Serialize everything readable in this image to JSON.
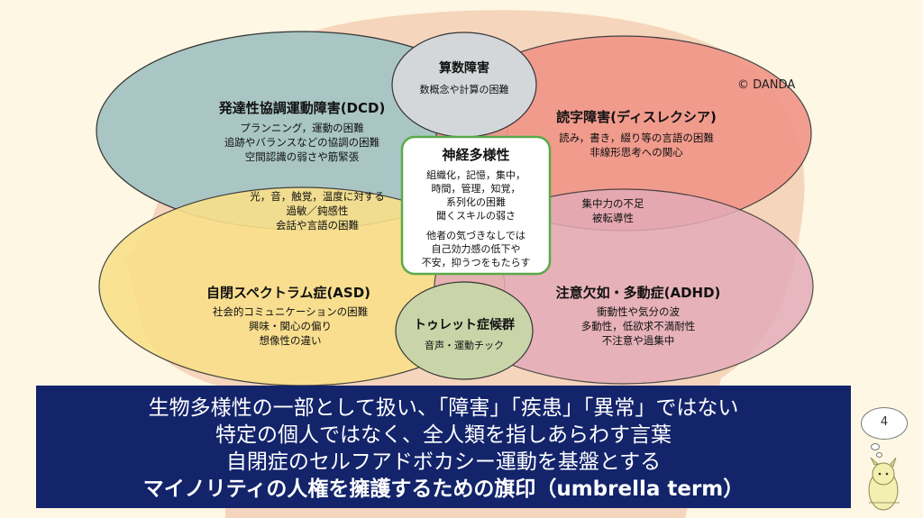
{
  "copyright": "© DANDA",
  "page_number": "4",
  "colors": {
    "head": "#f6d5bd",
    "dcd": "#a9c6c4",
    "dyslexia": "#f1978a",
    "asd": "#f9e08a",
    "adhd": "#e4abb8",
    "math": "#d4d7da",
    "tourette": "#c9d5a8",
    "center_border": "#5aaa4a",
    "banner": "#13246b"
  },
  "regions": {
    "dcd": {
      "title": "発達性協調運動障害(DCD)",
      "lines": [
        "プランニング，運動の困難",
        "追跡やバランスなどの協調の困難",
        "空間認識の弱さや筋緊張"
      ]
    },
    "math": {
      "title": "算数障害",
      "lines": [
        "数概念や計算の困難"
      ]
    },
    "dyslexia": {
      "title": "読字障害(ディスレクシア)",
      "lines": [
        "読み，書き，綴り等の言語の困難",
        "非線形思考への関心"
      ]
    },
    "dcd_asd": {
      "lines": [
        "光，音，触覚，温度に対する",
        "過敏／鈍感性",
        "会話や言語の困難"
      ]
    },
    "dys_adhd": {
      "lines": [
        "集中力の不足",
        "被転導性"
      ]
    },
    "center": {
      "title": "神経多様性",
      "lines_a": [
        "組織化，記憶，集中，",
        "時間，管理，知覚，",
        "系列化の困難",
        "聞くスキルの弱さ"
      ],
      "lines_b": [
        "他者の気づきなしでは",
        "自己効力感の低下や",
        "不安，抑うつをもたらす"
      ]
    },
    "asd": {
      "title": "自閉スペクトラム症(ASD)",
      "lines": [
        "社会的コミュニケーションの困難",
        "興味・関心の偏り",
        "想像性の違い"
      ]
    },
    "adhd": {
      "title": "注意欠如・多動症(ADHD)",
      "lines": [
        "衝動性や気分の波",
        "多動性，低欲求不満耐性",
        "不注意や過集中"
      ]
    },
    "tourette": {
      "title": "トゥレット症候群",
      "lines": [
        "音声・運動チック"
      ]
    }
  },
  "banner": {
    "line1": "生物多様性の一部として扱い、「障害」「疾患」「異常」ではない",
    "line2": "特定の個人ではなく、全人類を指しあらわす言葉",
    "line3": "自閉症のセルフアドボカシー運動を基盤とする",
    "line4": "マイノリティの人権を擁護するための旗印（umbrella term）"
  }
}
